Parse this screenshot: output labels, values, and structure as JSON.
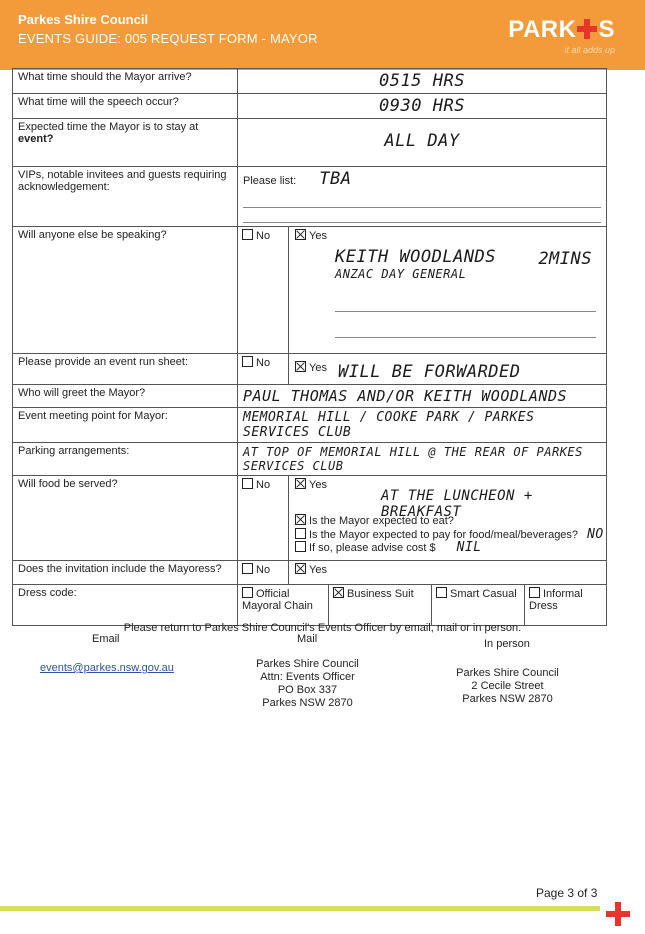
{
  "header": {
    "org": "Parkes Shire Council",
    "guide_title": "EVENTS GUIDE: 005 REQUEST FORM - MAYOR",
    "logo_left": "PARK",
    "logo_right": "S",
    "tagline": "it all adds up"
  },
  "form": {
    "arrive_q": "What time should the Mayor arrive?",
    "arrive_a": "0515 HRS",
    "speech_q": "What time will the speech occur?",
    "speech_a": "0930 HRS",
    "stay_q": "Expected time the Mayor is to stay at",
    "stay_q2": "event?",
    "stay_a": "ALL DAY",
    "vip_q": "VIPs, notable invitees and guests requiring acknowledgement:",
    "vip_label": "Please list:",
    "vip_a": "TBA",
    "speak_q": "Will anyone else be speaking?",
    "no": "No",
    "yes": "Yes",
    "speaker_a": "KEITH WOODLANDS",
    "speaker_role": "ANZAC DAY GENERAL",
    "speaker_duration": "2MINS",
    "runsheet_q": "Please provide an event run sheet:",
    "runsheet_a": "WILL BE FORWARDED",
    "greet_q": "Who will greet the Mayor?",
    "greet_a": "PAUL THOMAS AND/OR KEITH WOODLANDS",
    "meet_q": "Event meeting point for Mayor:",
    "meet_a": "MEMORIAL HILL / COOKE PARK / PARKES SERVICES CLUB",
    "park_q": "Parking arrangements:",
    "park_a": "AT TOP OF MEMORIAL HILL @ THE REAR OF PARKES SERVICES CLUB",
    "food_q": "Will food be served?",
    "food_a": "AT THE LUNCHEON + BREAKFAST",
    "eat_q": "Is the Mayor expected to eat?",
    "pay_q": "Is the Mayor expected to pay for food/meal/beverages?",
    "pay_a": "NO",
    "cost_q": "If so, please advise cost $",
    "cost_a": "NIL",
    "mayoress_q": "Does the invitation include the Mayoress?",
    "dress_q": "Dress code:",
    "dress_official": "Official Mayoral Chain",
    "dress_business": "Business Suit",
    "dress_smart": "Smart Casual",
    "dress_informal": "Informal Dress"
  },
  "returns": {
    "text": "Please return to Parkes Shire Council's Events Officer by email, mail or in person.",
    "email_h": "Email",
    "mail_h": "Mail",
    "person_h": "In person",
    "email": "events@parkes.nsw.gov.au",
    "mail_1": "Parkes Shire Council",
    "mail_2": "Attn: Events Officer",
    "mail_3": "PO Box 337",
    "mail_4": "Parkes NSW 2870",
    "person_1": "Parkes Shire Council",
    "person_2": "2 Cecile Street",
    "person_3": "Parkes NSW 2870"
  },
  "footer": {
    "page": "Page 3 of 3"
  },
  "colors": {
    "header": "#f39a3a",
    "accent_red": "#e8352b",
    "footer_line": "#d6dd5a"
  }
}
